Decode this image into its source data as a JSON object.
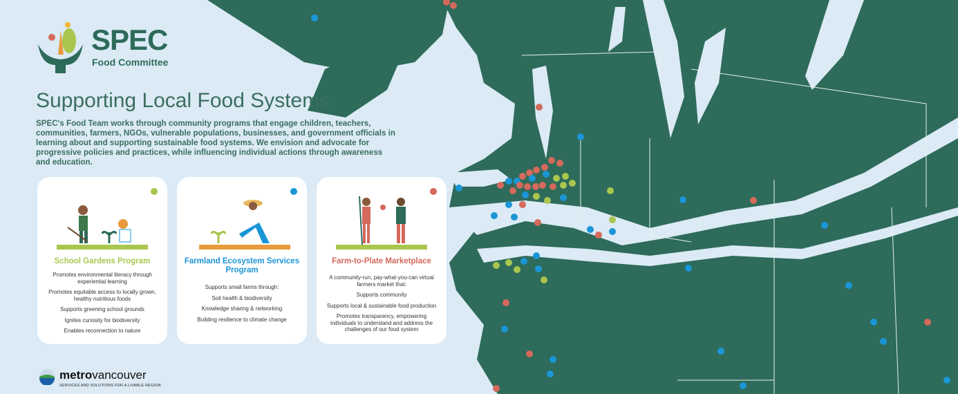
{
  "brand": {
    "name": "SPEC",
    "subtitle": "Food Committee"
  },
  "heading": "Supporting Local Food Systems",
  "intro": "SPEC's Food Team works through community programs that engage children, teachers, communities, farmers, NGOs, vulnerable populations, businesses, and government officials in learning about and supporting sustainable food systems. We envision and advocate for progressive policies and practices, while influencing individual actions through awareness and education.",
  "colors": {
    "background": "#dbeaf5",
    "land": "#2e6b5a",
    "school": "#a9c74e",
    "farmland": "#1a96d8",
    "market": "#d4695c"
  },
  "programs": [
    {
      "title": "School Gardens Program",
      "color": "#a9c74e",
      "items": [
        "Promotes environmental literacy through experiential learning",
        "Promotes equitable access to locally grown, healthy nutritious foods",
        "Supports greening school grounds",
        "Ignites curiosity for biodiversity",
        "Enables reconnection to nature"
      ]
    },
    {
      "title": "Farmland Ecosystem Services Program",
      "color": "#1a96d8",
      "items": [
        "Supports small farms through:",
        "Soil health & biodiversity",
        "Knowledge sharing & networking",
        "Building resilience to climate change"
      ]
    },
    {
      "title": "Farm-to-Plate Marketplace",
      "color": "#d4695c",
      "items": [
        "A community-run, pay-what-you-can virtual farmers market that:",
        "Supports community",
        "Supports local & sustainable food production",
        "Promotes transparency, empowering individuals to understand and address the challenges of our food system"
      ]
    }
  ],
  "footer": {
    "logo_bold": "metro",
    "logo_rest": "vancouver",
    "tagline": "SERVICES AND SOLUTIONS FOR A LIVABLE REGION"
  }
}
